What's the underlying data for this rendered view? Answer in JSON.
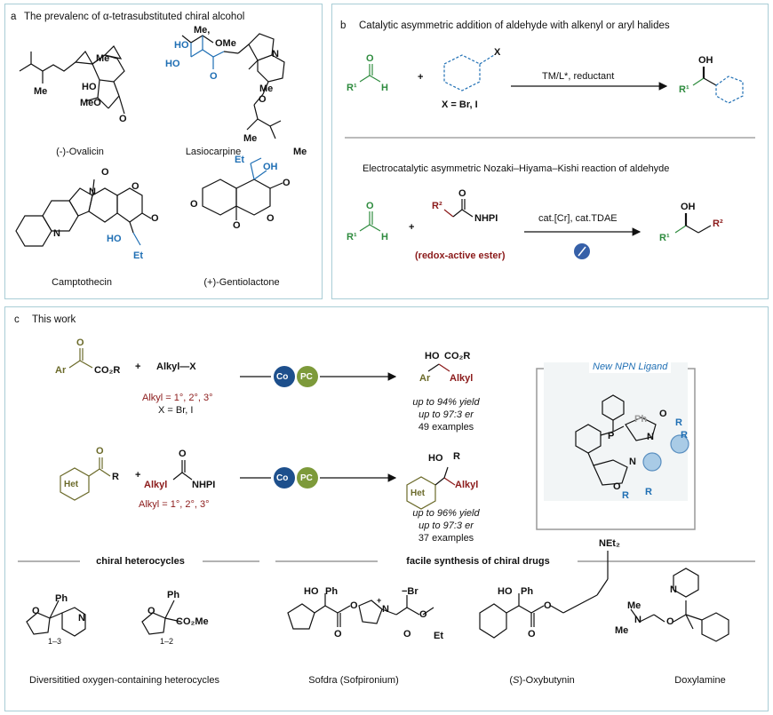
{
  "panel_a": {
    "letter": "a",
    "title": "The prevalenc of α-tetrasubstituted chiral alcohol",
    "compounds": [
      "(-)-Ovalicin",
      "Lasiocarpine",
      "Camptothecin",
      "(+)-Gentiolactone"
    ],
    "ovalicin": {
      "me_top": "Me",
      "me_left": "Me",
      "ho": "HO",
      "meo": "MeO",
      "o": "O"
    },
    "lasio": {
      "me1": "Me,",
      "ome": "OMe",
      "ho1": "HO",
      "ho2": "HO",
      "o1": "O",
      "n": "N",
      "me2": "Me",
      "o2": "O",
      "me3": "Me",
      "me4": "Me"
    },
    "campto": {
      "o1": "O",
      "o2": "O",
      "o3": "O",
      "n1": "N",
      "n2": "N",
      "ho": "HO",
      "et": "Et"
    },
    "gentio": {
      "et": "Et",
      "oh": "OH",
      "o1": "O",
      "o2": "O",
      "o3": "O",
      "o4": "O"
    }
  },
  "panel_b": {
    "letter": "b",
    "title": "Catalytic asymmetric addition of aldehyde with alkenyl or aryl halides",
    "r1a": "R¹",
    "h": "H",
    "o": "O",
    "plus": "+",
    "x": "X",
    "x_def": "X =  Br, I",
    "conditions": "TM/L*, reductant",
    "oh": "OH",
    "r1b": "R¹",
    "subtitle": "Electrocatalytic asymmetric Nozaki–Hiyama–Kishi reaction of aldehyde",
    "r1c": "R¹",
    "h2": "H",
    "o2": "O",
    "r2": "R²",
    "o3": "O",
    "nhpi": "NHPI",
    "redox": "(redox-active ester)",
    "conditions2": "cat.[Cr], cat.TDAE",
    "oh2": "OH",
    "r1d": "R¹",
    "r2b": "R²"
  },
  "panel_c": {
    "letter": "c",
    "title": "This work",
    "row1": {
      "ar": "Ar",
      "o": "O",
      "co2r": "CO₂R",
      "plus": "+",
      "alkyl_x": "Alkyl—X",
      "alkyl_def": "Alkyl = 1°, 2°, 3°",
      "x_def": "X =  Br, I",
      "co": "Co",
      "pc": "PC",
      "ho": "HO",
      "co2r_p": "CO₂R",
      "ar_p": "Ar",
      "alkyl_p": "Alkyl",
      "yield": "up to 94% yield",
      "er": "up to 97:3 er",
      "examples": "49 examples"
    },
    "row2": {
      "het": "Het",
      "r": "R",
      "o": "O",
      "plus": "+",
      "alkyl": "Alkyl",
      "o2": "O",
      "nhpi": "NHPI",
      "alkyl_def": "Alkyl = 1°, 2°, 3°",
      "co": "Co",
      "pc": "PC",
      "ho": "HO",
      "r_p": "R",
      "het_p": "Het",
      "alkyl_p": "Alkyl",
      "yield": "up to 96% yield",
      "er": "up to 97:3 er",
      "examples": "37 examples"
    },
    "ligand": {
      "title": "New NPN Ligand",
      "p": "P",
      "ph": "Ph",
      "o1": "O",
      "n1": "N",
      "r1": "R",
      "r2": "R",
      "n2": "N",
      "o2": "O",
      "r3": "R",
      "r4": "R"
    },
    "sec_heterocycles": "chiral heterocycles",
    "sec_drugs": "facile synthesis of chiral drugs",
    "het1": {
      "o": "O",
      "ph": "Ph",
      "n": "N",
      "sub": "1–3"
    },
    "het2": {
      "o": "O",
      "ph": "Ph",
      "co2me": "CO₂Me",
      "sub": "1–2"
    },
    "het_caption": "Diversititied oxygen-containing heterocycles",
    "sofdra": {
      "ho": "HO",
      "ph": "Ph",
      "o1": "O",
      "o2": "O",
      "n": "N",
      "plus": "+",
      "br": "−Br",
      "o3": "O",
      "o4": "O",
      "et": "Et",
      "caption": "Sofdra (Sofpironium)"
    },
    "oxy": {
      "ho": "HO",
      "ph": "Ph",
      "o1": "O",
      "o2": "O",
      "net2": "NEt₂",
      "caption_pre": "(",
      "caption_s": "S",
      "caption_post": ")-Oxybutynin"
    },
    "doxy": {
      "me1": "Me",
      "me2": "Me",
      "n": "N",
      "o": "O",
      "n2": "N",
      "caption": "Doxylamine"
    }
  }
}
